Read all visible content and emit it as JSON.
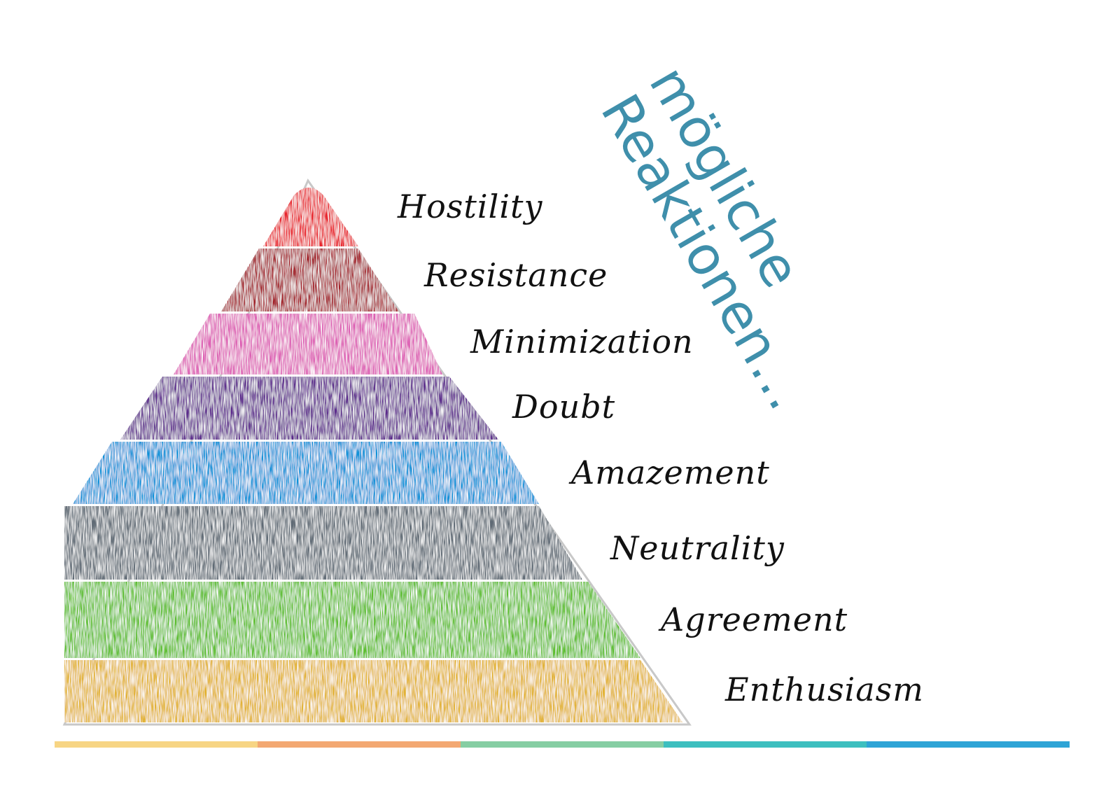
{
  "title": {
    "line1": "mögliche",
    "line2": "Reaktionen…",
    "color": "#3f8fab"
  },
  "pyramid": {
    "layers": [
      {
        "label": "Hostility",
        "color": "#e8242a"
      },
      {
        "label": "Resistance",
        "color": "#a3222a"
      },
      {
        "label": "Minimization",
        "color": "#dd5fb4"
      },
      {
        "label": "Doubt",
        "color": "#5b2a8c"
      },
      {
        "label": "Amazement",
        "color": "#1192d8"
      },
      {
        "label": "Neutrality",
        "color": "#5f6b74"
      },
      {
        "label": "Agreement",
        "color": "#5dbe2d"
      },
      {
        "label": "Enthusiasm",
        "color": "#e2b334"
      }
    ]
  },
  "bottom_bar": {
    "colors": [
      "#f7d584",
      "#f3a872",
      "#86cea3",
      "#3dbfbf",
      "#2ea4d6"
    ]
  }
}
